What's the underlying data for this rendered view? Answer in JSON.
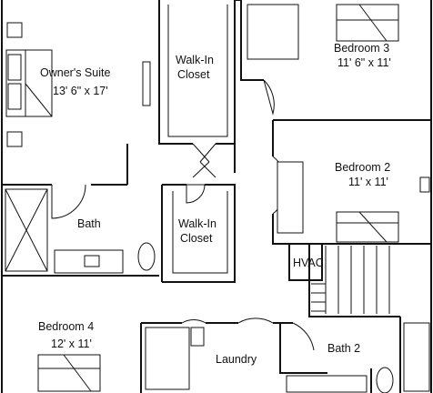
{
  "rooms": {
    "owners_suite": {
      "name": "Owner's Suite",
      "size": "13' 6\" x 17'"
    },
    "walk_in_closet_1": {
      "line1": "Walk-In",
      "line2": "Closet"
    },
    "bedroom_3": {
      "name": "Bedroom 3",
      "size": "11' 6\" x 11'"
    },
    "bedroom_2": {
      "name": "Bedroom 2",
      "size": "11' x 11'"
    },
    "bath": {
      "name": "Bath"
    },
    "walk_in_closet_2": {
      "line1": "Walk-In",
      "line2": "Closet"
    },
    "hvac": {
      "name": "HVAC"
    },
    "bedroom_4": {
      "name": "Bedroom 4",
      "size": "12' x 11'"
    },
    "laundry": {
      "name": "Laundry"
    },
    "bath_2": {
      "name": "Bath 2"
    }
  }
}
